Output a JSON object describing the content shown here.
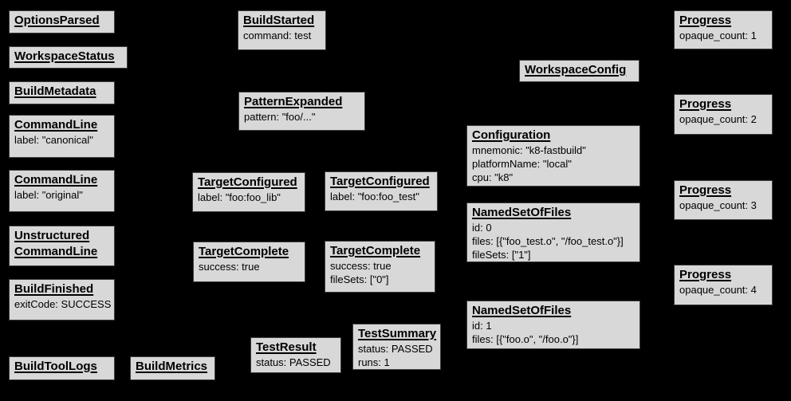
{
  "diagram": {
    "background_color": "#000000",
    "node_fill_color": "#d8d8d8",
    "node_border_color": "#3d3d3d"
  },
  "nodes": {
    "options_parsed": {
      "title": "OptionsParsed"
    },
    "workspace_status": {
      "title": "WorkspaceStatus"
    },
    "build_metadata": {
      "title": "BuildMetadata"
    },
    "command_line_canonical": {
      "title": "CommandLine",
      "lines": [
        "label: \"canonical\""
      ]
    },
    "command_line_original": {
      "title": "CommandLine",
      "lines": [
        "label: \"original\""
      ]
    },
    "unstructured_command_line": {
      "title": "Unstructured",
      "title2": "CommandLine"
    },
    "build_finished": {
      "title": "BuildFinished",
      "lines": [
        "exitCode: SUCCESS"
      ]
    },
    "build_tool_logs": {
      "title": "BuildToolLogs"
    },
    "build_metrics": {
      "title": "BuildMetrics"
    },
    "build_started": {
      "title": "BuildStarted",
      "lines": [
        "command: test"
      ]
    },
    "pattern_expanded": {
      "title": "PatternExpanded",
      "lines": [
        "pattern: \"foo/...\""
      ]
    },
    "target_configured_lib": {
      "title": "TargetConfigured",
      "lines": [
        "label: \"foo:foo_lib\""
      ]
    },
    "target_complete_lib": {
      "title": "TargetComplete",
      "lines": [
        "success: true"
      ]
    },
    "test_result": {
      "title": "TestResult",
      "lines": [
        "status: PASSED"
      ]
    },
    "target_configured_test": {
      "title": "TargetConfigured",
      "lines": [
        "label: \"foo:foo_test\""
      ]
    },
    "target_complete_test": {
      "title": "TargetComplete",
      "lines": [
        "success: true",
        "fileSets: [\"0\"]"
      ]
    },
    "test_summary": {
      "title": "TestSummary",
      "lines": [
        "status: PASSED",
        "runs: 1"
      ]
    },
    "workspace_config": {
      "title": "WorkspaceConfig"
    },
    "configuration": {
      "title": "Configuration",
      "lines": [
        "mnemonic: \"k8-fastbuild\"",
        "platformName: \"local\"",
        "cpu: \"k8\""
      ]
    },
    "named_set_of_files_0": {
      "title": "NamedSetOfFiles",
      "lines": [
        "id: 0",
        "files: [{\"foo_test.o\", \"/foo_test.o\"}]",
        "fileSets: [\"1\"]"
      ]
    },
    "named_set_of_files_1": {
      "title": "NamedSetOfFiles",
      "lines": [
        "id: 1",
        "files: [{\"foo.o\", \"/foo.o\"}]"
      ]
    },
    "progress_1": {
      "title": "Progress",
      "lines": [
        "opaque_count: 1"
      ]
    },
    "progress_2": {
      "title": "Progress",
      "lines": [
        "opaque_count: 2"
      ]
    },
    "progress_3": {
      "title": "Progress",
      "lines": [
        "opaque_count: 3"
      ]
    },
    "progress_4": {
      "title": "Progress",
      "lines": [
        "opaque_count: 4"
      ]
    }
  }
}
